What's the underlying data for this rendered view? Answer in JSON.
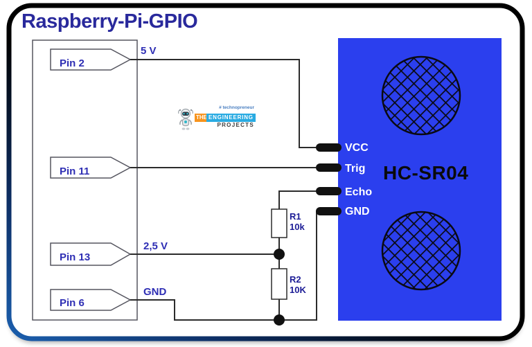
{
  "title": "Raspberry-Pi-GPIO",
  "gpio_board": {
    "pins": [
      {
        "label": "Pin 2",
        "signal": "5 V"
      },
      {
        "label": "Pin 11",
        "signal": ""
      },
      {
        "label": "Pin 13",
        "signal": "2,5 V"
      },
      {
        "label": "Pin 6",
        "signal": "GND"
      }
    ]
  },
  "sensor_module": {
    "name": "HC-SR04",
    "pins": [
      "VCC",
      "Trig",
      "Echo",
      "GND"
    ]
  },
  "resistors": [
    {
      "name": "R1",
      "value": "10k"
    },
    {
      "name": "R2",
      "value": "10K"
    }
  ],
  "logo": {
    "tagline": "# technopreneur",
    "the": "THE",
    "engineering": "ENGINEERING",
    "projects": "PROJECTS",
    "robot_icon": "robot-icon"
  },
  "colors": {
    "module_blue": "#2b3fee",
    "title_navy": "#29299c",
    "label_blue": "#2e2eb4",
    "resistor_label_navy": "#1c1c96",
    "wire": "#2b2b2b",
    "logo_orange": "#f7941e",
    "logo_cyan": "#29abe2"
  }
}
